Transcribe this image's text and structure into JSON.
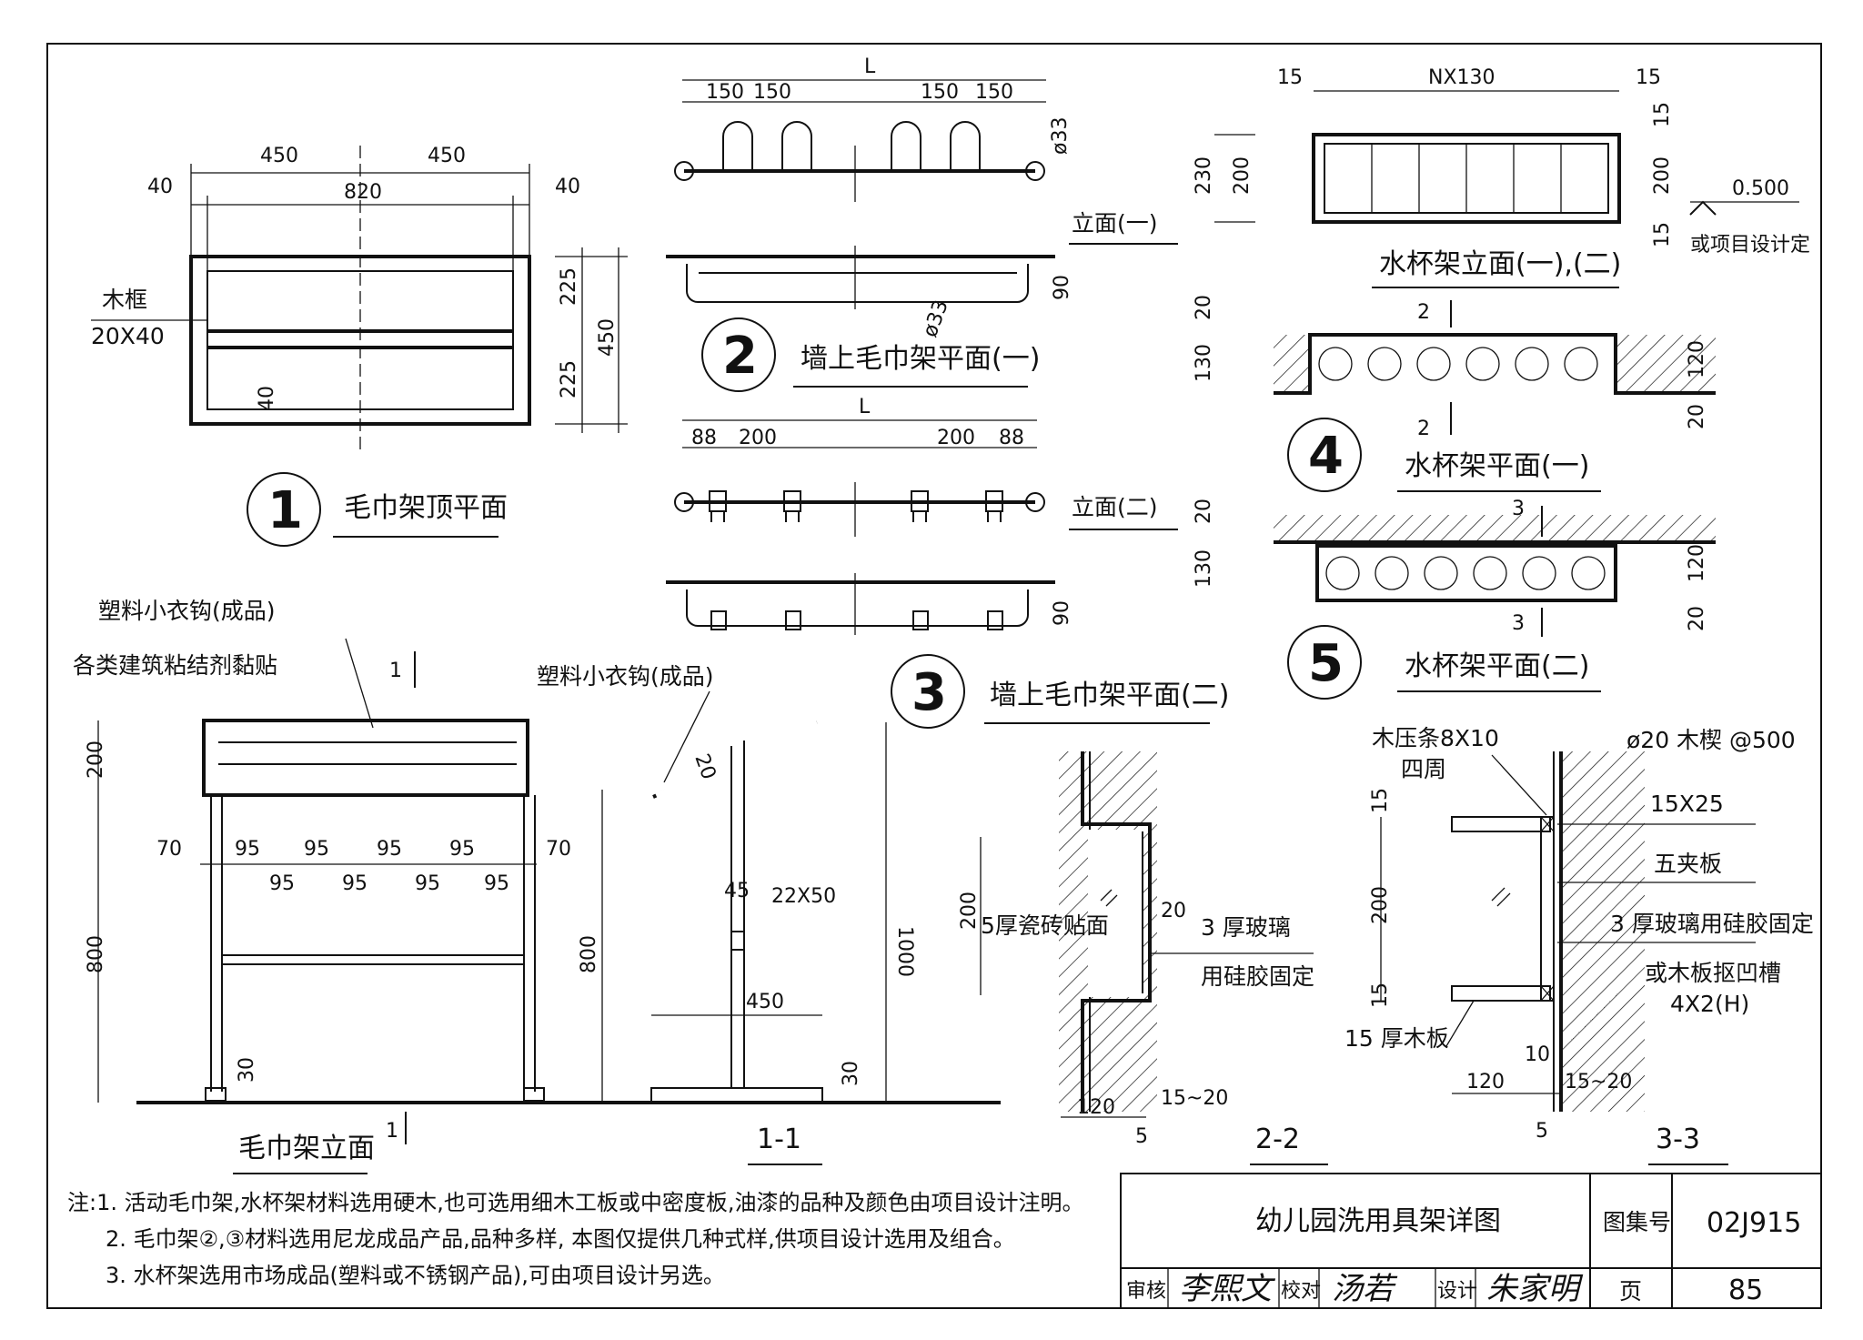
{
  "views": {
    "v1": {
      "number": "1",
      "title": "毛巾架顶平面",
      "frame_label": "木框",
      "frame_size": "20X40",
      "dims": {
        "d450a": "450",
        "d450b": "450",
        "d40l": "40",
        "d820": "820",
        "d40r": "40",
        "d225a": "225",
        "d225b": "225",
        "d450v": "450",
        "d40i": "40"
      }
    },
    "v2": {
      "number": "2",
      "title": "墙上毛巾架平面(一)",
      "elev_label": "立面(一)",
      "dims": {
        "L": "L",
        "d150a": "150",
        "d150b": "150",
        "d150c": "150",
        "d150d": "150",
        "phi33a": "ø33",
        "phi33b": "ø33",
        "d90": "90"
      }
    },
    "v3": {
      "number": "3",
      "title": "墙上毛巾架平面(二)",
      "elev_label": "立面(二)",
      "dims": {
        "L": "L",
        "d88a": "88",
        "d200a": "200",
        "d200b": "200",
        "d88b": "88",
        "d90": "90"
      }
    },
    "v4": {
      "number": "4",
      "title": "水杯架平面(一)",
      "elev_title": "水杯架立面(一),(二)",
      "dims": {
        "d15l": "15",
        "nx130": "NX130",
        "d15r": "15",
        "d230": "230",
        "d200l": "200",
        "d15t": "15",
        "d200r": "200",
        "d15b": "15",
        "d20a": "20",
        "d130": "130",
        "d120": "120",
        "d20b": "20",
        "sec2": "2"
      },
      "height_mark": "0.500",
      "height_note": "或项目设计定"
    },
    "v5": {
      "number": "5",
      "title": "水杯架平面(二)",
      "dims": {
        "d20a": "20",
        "d130": "130",
        "d120": "120",
        "d20b": "20",
        "sec3": "3"
      }
    },
    "elevation": {
      "title": "毛巾架立面",
      "hook_label": "塑料小衣钩(成品)",
      "glue_label": "各类建筑粘结剂黏贴",
      "sec1": "1",
      "dims": {
        "d200": "200",
        "d800": "800",
        "d70l": "70",
        "d70r": "70",
        "d95": "95",
        "d30": "30"
      }
    },
    "s11": {
      "title": "1-1",
      "hook_label": "塑料小衣钩(成品)",
      "dims": {
        "d20": "20",
        "d45": "45",
        "d22x50": "22X50",
        "d800": "800",
        "d1000": "1000",
        "d450": "450",
        "d30": "30"
      }
    },
    "s22": {
      "title": "2-2",
      "tile_label": "5厚瓷砖贴面",
      "glass_label1": "3 厚玻璃",
      "glass_label2": "用硅胶固定",
      "dims": {
        "d200": "200",
        "d20": "20",
        "d120": "120",
        "d15_20": "15~20",
        "d5": "5"
      }
    },
    "s33": {
      "title": "3-3",
      "labels": {
        "strip": "木压条8X10",
        "around": "四周",
        "plug": "ø20 木楔 @500",
        "batten": "15X25",
        "ply": "五夹板",
        "glass": "3 厚玻璃用硅胶固定",
        "groove": "或木板抠凹槽",
        "groove_size": "4X2(H)",
        "board": "15 厚木板"
      },
      "dims": {
        "d15a": "15",
        "d200": "200",
        "d15b": "15",
        "d10": "10",
        "d120": "120",
        "d15_20": "15~20",
        "d5": "5"
      }
    }
  },
  "notes": {
    "n1": "注:1. 活动毛巾架,水杯架材料选用硬木,也可选用细木工板或中密度板,油漆的品种及颜色由项目设计注明。",
    "n2": "2. 毛巾架②,③材料选用尼龙成品产品,品种多样, 本图仅提供几种式样,供项目设计选用及组合。",
    "n3": "3. 水杯架选用市场成品(塑料或不锈钢产品),可由项目设计另选。"
  },
  "title_block": {
    "drawing_title": "幼儿园洗用具架详图",
    "atlas_label": "图集号",
    "atlas_no": "02J915",
    "review_label": "审核",
    "check_label": "校对",
    "design_label": "设计",
    "page_label": "页",
    "page_no": "85"
  }
}
